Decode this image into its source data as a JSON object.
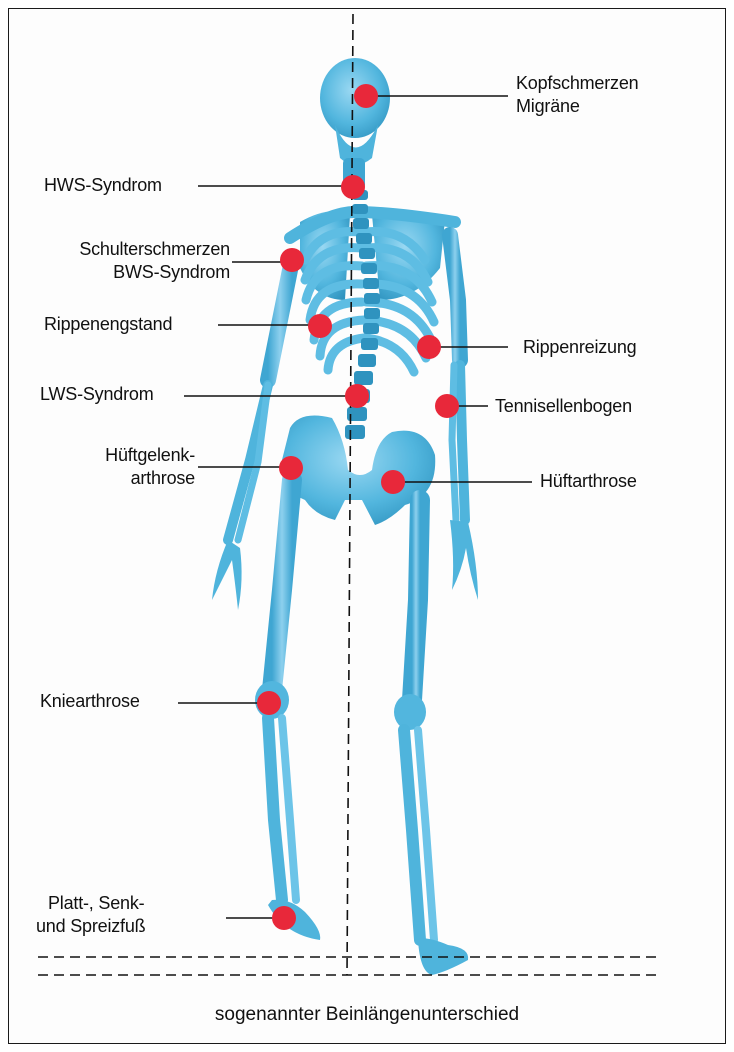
{
  "labels": {
    "kopf_line1": "Kopfschmerzen",
    "kopf_line2": "Migräne",
    "hws": "HWS-Syndrom",
    "schulter_line1": "Schulterschmerzen",
    "schulter_line2": "BWS-Syndrom",
    "rippenengstand": "Rippenengstand",
    "rippenreizung": "Rippenreizung",
    "lws": "LWS-Syndrom",
    "tennisellenbogen": "Tennisellenbogen",
    "hueftgelenk_line1": "Hüftgelenk-",
    "hueftgelenk_line2": "arthrose",
    "hueftarthrose": "Hüftarthrose",
    "kniearthrose": "Kniearthrose",
    "fuss_line1": "Platt-, Senk-",
    "fuss_line2": "und Spreizfuß"
  },
  "caption": "sogenannter Beinlängenunterschied",
  "colors": {
    "bone": "#4fb4dc",
    "bone_light": "#8fd2ee",
    "bone_dark": "#2f93bf",
    "pain_marker": "#e8283a",
    "line": "#111111"
  }
}
